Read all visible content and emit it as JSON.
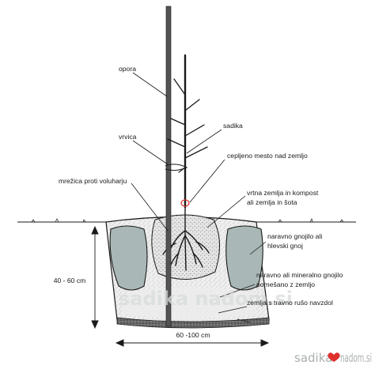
{
  "labels": {
    "opora": "opora",
    "vrvica": "vrvica",
    "sadika": "sadika",
    "cepljeno": "cepljeno mesto nad zemljo",
    "mrezica": "mrežica proti voluharju",
    "vrtna_1": "vrtna zemlja in kompost",
    "vrtna_2": "ali zemlja in šota",
    "gnojilo_1": "naravno gnojilo ali",
    "gnojilo_2": "hlevski gnoj",
    "mineralno_1": "naravno ali mineralno gnojilo",
    "mineralno_2": "pomešano z zemljo",
    "rusa": "zemlja s travno rušo navzdol"
  },
  "dimensions": {
    "depth": "40 - 60 cm",
    "width": "60 -100 cm"
  },
  "watermark": "sadika nadom.si",
  "logo": {
    "left": "sadika",
    "right": "nadom.si"
  },
  "colors": {
    "line": "#1a1a1a",
    "pot": "#a9b8b7",
    "soil": "#e9e9e9",
    "stake": "#545454",
    "logo_accent": "#e0302d"
  }
}
